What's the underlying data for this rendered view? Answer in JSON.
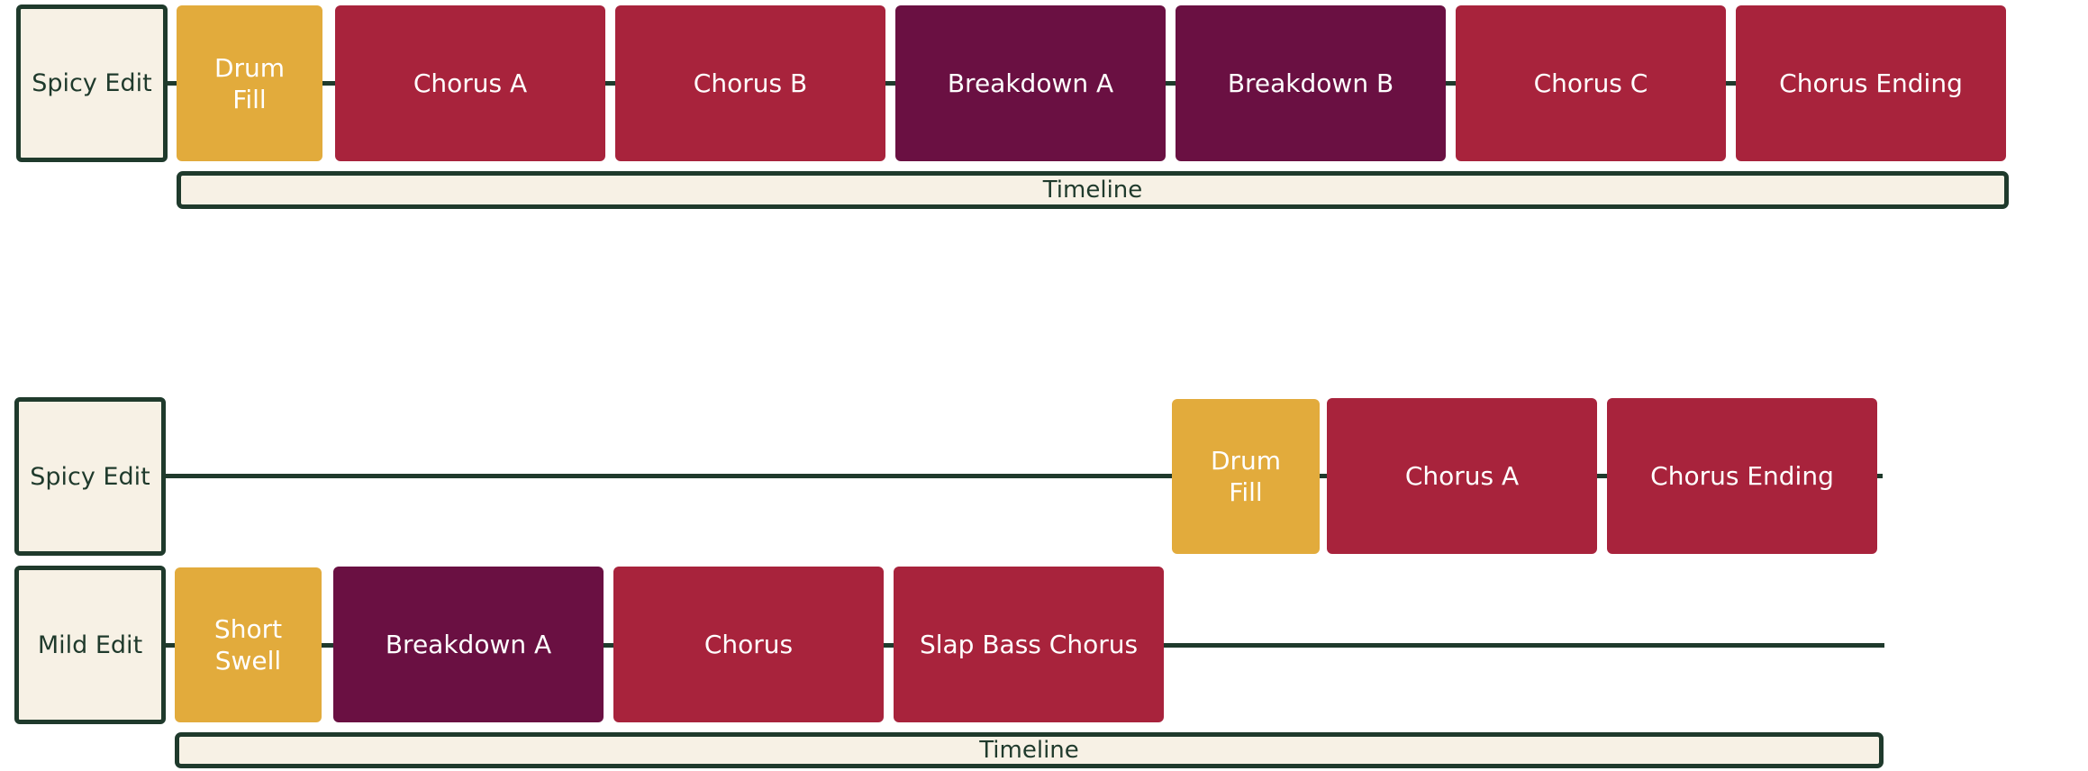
{
  "diagram_1": {
    "track_label": "Spicy Edit",
    "blocks": [
      {
        "label": "Drum\nFill",
        "kind": "fill"
      },
      {
        "label": "Chorus A",
        "kind": "chorus"
      },
      {
        "label": "Chorus B",
        "kind": "chorus"
      },
      {
        "label": "Breakdown A",
        "kind": "breakdown"
      },
      {
        "label": "Breakdown B",
        "kind": "breakdown"
      },
      {
        "label": "Chorus C",
        "kind": "chorus"
      },
      {
        "label": "Chorus Ending",
        "kind": "chorus"
      }
    ],
    "timeline_label": "Timeline"
  },
  "diagram_2": {
    "spicy_track": {
      "track_label": "Spicy Edit",
      "blocks": [
        {
          "label": "Drum\nFill",
          "kind": "fill"
        },
        {
          "label": "Chorus A",
          "kind": "chorus"
        },
        {
          "label": "Chorus Ending",
          "kind": "chorus"
        }
      ]
    },
    "mild_track": {
      "track_label": "Mild Edit",
      "blocks": [
        {
          "label": "Short\nSwell",
          "kind": "fill"
        },
        {
          "label": "Breakdown A",
          "kind": "breakdown"
        },
        {
          "label": "Chorus",
          "kind": "chorus"
        },
        {
          "label": "Slap Bass Chorus",
          "kind": "chorus"
        }
      ]
    },
    "timeline_label": "Timeline"
  },
  "colors": {
    "fill": "#e2ab3c",
    "chorus": "#a8233c",
    "breakdown": "#6a1042",
    "outline": "#1f3a2c",
    "cream": "#f7f1e5"
  }
}
